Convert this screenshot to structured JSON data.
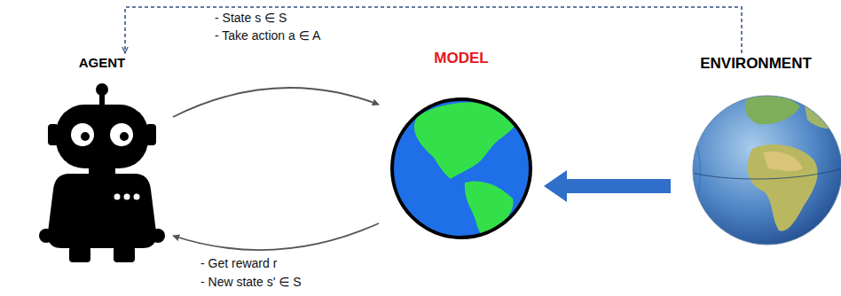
{
  "diagram": {
    "nodes": [
      {
        "text": [
          "AGENT"
        ]
      },
      {
        "text": [
          "MODEL"
        ]
      },
      {
        "text": [
          "ENVIRONMENT"
        ]
      }
    ],
    "edges": [
      {
        "from": 0,
        "to": 1,
        "arrow": "to"
      },
      {
        "from": 1,
        "to": 0,
        "arrow": "to"
      },
      {
        "from": 2,
        "to": 1,
        "arrow": "to"
      },
      {
        "from": 2,
        "to": 0,
        "arrow": "to"
      }
    ],
    "labels": [
      "- State s ∈ S",
      "- Take action a ∈ A",
      "- Get reward r",
      "- New state s' ∈ S"
    ]
  }
}
